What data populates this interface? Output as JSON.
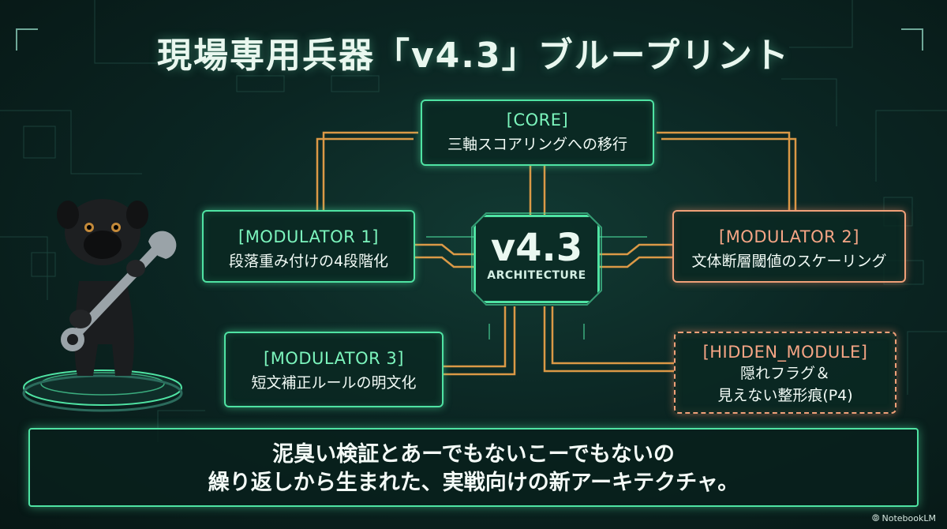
{
  "title": "現場専用兵器「v4.3」ブループリント",
  "center": {
    "version": "v4.3",
    "label": "ARCHITECTURE"
  },
  "modules": {
    "core": {
      "tag": "[CORE]",
      "desc": "三軸スコアリングへの移行"
    },
    "mod1": {
      "tag": "[MODULATOR 1]",
      "desc": "段落重み付けの4段階化"
    },
    "mod2": {
      "tag": "[MODULATOR 2]",
      "desc": "文体断層閾値のスケーリング"
    },
    "mod3": {
      "tag": "[MODULATOR 3]",
      "desc": "短文補正ルールの明文化"
    },
    "hidden": {
      "tag": "[HIDDEN_MODULE]",
      "desc_line1": "隠れフラグ＆",
      "desc_line2": "見えない整形痕(P4)"
    }
  },
  "summary": {
    "line1": "泥臭い検証とあーでもないこーでもないの",
    "line2": "繰り返しから生まれた、実戦向けの新アーキテクチャ。"
  },
  "footer": {
    "brand": "NotebookLM"
  },
  "colors": {
    "accent": "#4fe3a3",
    "warn": "#f0a078",
    "wire": "#f2a54a",
    "background": "#0b2623"
  },
  "icons": [
    "pug-mascot-icon",
    "wrench-icon",
    "notebooklm-logo-icon"
  ]
}
